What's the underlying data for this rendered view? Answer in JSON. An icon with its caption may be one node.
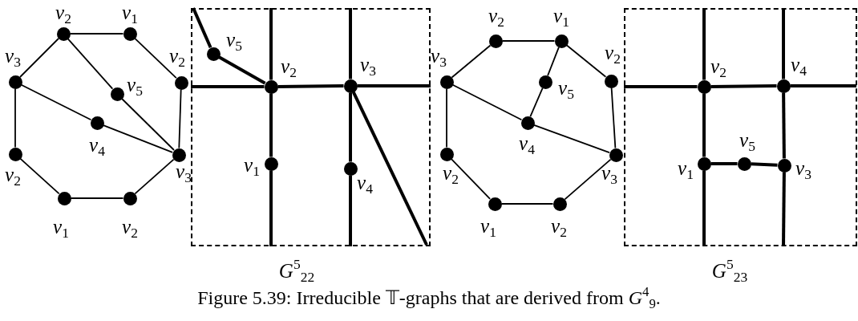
{
  "diagram": {
    "caption": "Figure 5.39: Irreducible 𝕋-graphs that are derived from *G*$^{4}$$_{9}$.",
    "nodes": [
      {
        "text": [],
        "shape": "circle",
        "beside": [
          "*v*$_{2}$"
        ]
      },
      {
        "text": [],
        "shape": "circle",
        "beside": [
          "*v*$_{1}$"
        ]
      },
      {
        "text": [],
        "shape": "circle",
        "beside": [
          "*v*$_{3}$"
        ]
      },
      {
        "text": [],
        "shape": "circle",
        "beside": [
          "*v*$_{2}$"
        ]
      },
      {
        "text": [],
        "shape": "circle",
        "beside": [
          "*v*$_{5}$"
        ]
      },
      {
        "text": [],
        "shape": "circle",
        "beside": [
          "*v*$_{4}$"
        ]
      },
      {
        "text": [],
        "shape": "circle",
        "beside": [
          "*v*$_{2}$"
        ]
      },
      {
        "text": [],
        "shape": "circle",
        "beside": [
          "*v*$_{3}$"
        ]
      },
      {
        "text": [],
        "shape": "circle",
        "beside": [
          "*v*$_{1}$"
        ]
      },
      {
        "text": [],
        "shape": "circle",
        "beside": [
          "*v*$_{2}$"
        ]
      },
      {
        "text": [
          "*G*$^{5}$$_{22}$"
        ]
      },
      {
        "text": [],
        "shape": "circle",
        "beside": [
          "*v*$_{5}$"
        ],
        "in": 10
      },
      {
        "text": [],
        "shape": "circle",
        "beside": [
          "*v*$_{2}$"
        ],
        "in": 10
      },
      {
        "text": [],
        "shape": "circle",
        "beside": [
          "*v*$_{3}$"
        ],
        "in": 10
      },
      {
        "text": [],
        "shape": "circle",
        "beside": [
          "*v*$_{1}$"
        ],
        "in": 10
      },
      {
        "text": [],
        "shape": "circle",
        "beside": [
          "*v*$_{4}$"
        ],
        "in": 10
      },
      {
        "text": [],
        "shape": "circle",
        "beside": [
          "*v*$_{2}$"
        ]
      },
      {
        "text": [],
        "shape": "circle",
        "beside": [
          "*v*$_{1}$"
        ]
      },
      {
        "text": [],
        "shape": "circle",
        "beside": [
          "*v*$_{3}$"
        ]
      },
      {
        "text": [],
        "shape": "circle",
        "beside": [
          "*v*$_{2}$"
        ]
      },
      {
        "text": [],
        "shape": "circle",
        "beside": [
          "*v*$_{5}$"
        ]
      },
      {
        "text": [],
        "shape": "circle",
        "beside": [
          "*v*$_{4}$"
        ]
      },
      {
        "text": [],
        "shape": "circle",
        "beside": [
          "*v*$_{2}$"
        ]
      },
      {
        "text": [],
        "shape": "circle",
        "beside": [
          "*v*$_{3}$"
        ]
      },
      {
        "text": [],
        "shape": "circle",
        "beside": [
          "*v*$_{1}$"
        ]
      },
      {
        "text": [],
        "shape": "circle",
        "beside": [
          "*v*$_{2}$"
        ]
      },
      {
        "text": [
          "*G*$^{5}$$_{23}$"
        ]
      },
      {
        "text": [],
        "shape": "circle",
        "beside": [
          "*v*$_{2}$"
        ],
        "in": 26
      },
      {
        "text": [],
        "shape": "circle",
        "beside": [
          "*v*$_{4}$"
        ],
        "in": 26
      },
      {
        "text": [],
        "shape": "circle",
        "beside": [
          "*v*$_{1}$"
        ],
        "in": 26
      },
      {
        "text": [],
        "shape": "circle",
        "beside": [
          "*v*$_{5}$"
        ],
        "in": 26
      },
      {
        "text": [],
        "shape": "circle",
        "beside": [
          "*v*$_{3}$"
        ],
        "in": 26
      }
    ],
    "edges": [
      {
        "from": 0,
        "to": 1,
        "arrow": "none"
      },
      {
        "from": 1,
        "to": 3,
        "arrow": "none"
      },
      {
        "from": 3,
        "to": 7,
        "arrow": "none"
      },
      {
        "from": 7,
        "to": 9,
        "arrow": "none"
      },
      {
        "from": 9,
        "to": 8,
        "arrow": "none"
      },
      {
        "from": 8,
        "to": 6,
        "arrow": "none"
      },
      {
        "from": 6,
        "to": 2,
        "arrow": "none"
      },
      {
        "from": 2,
        "to": 0,
        "arrow": "none"
      },
      {
        "from": 0,
        "to": 4,
        "arrow": "none"
      },
      {
        "from": 4,
        "to": 7,
        "arrow": "none"
      },
      {
        "from": 2,
        "to": 5,
        "arrow": "none"
      },
      {
        "from": 5,
        "to": 7,
        "arrow": "none"
      },
      {
        "from": 11,
        "to": null,
        "arrow": "none",
        "style": "thick"
      },
      {
        "from": 11,
        "to": 12,
        "arrow": "none",
        "style": "thick"
      },
      {
        "from": 12,
        "to": null,
        "arrow": "none",
        "style": "thick"
      },
      {
        "from": 12,
        "to": 13,
        "arrow": "none",
        "style": "thick"
      },
      {
        "from": 13,
        "to": null,
        "arrow": "none",
        "style": "thick"
      },
      {
        "from": 12,
        "to": null,
        "arrow": "none",
        "style": "thick"
      },
      {
        "from": 12,
        "to": 14,
        "arrow": "none",
        "style": "thick"
      },
      {
        "from": 14,
        "to": null,
        "arrow": "none",
        "style": "thick"
      },
      {
        "from": 13,
        "to": null,
        "arrow": "none",
        "style": "thick"
      },
      {
        "from": 13,
        "to": 15,
        "arrow": "none",
        "style": "thick"
      },
      {
        "from": 15,
        "to": null,
        "arrow": "none",
        "style": "thick"
      },
      {
        "from": 13,
        "to": null,
        "arrow": "none",
        "style": "thick"
      },
      {
        "from": 16,
        "to": 17,
        "arrow": "none"
      },
      {
        "from": 17,
        "to": 19,
        "arrow": "none"
      },
      {
        "from": 19,
        "to": 23,
        "arrow": "none"
      },
      {
        "from": 23,
        "to": 25,
        "arrow": "none"
      },
      {
        "from": 25,
        "to": 24,
        "arrow": "none"
      },
      {
        "from": 24,
        "to": 22,
        "arrow": "none"
      },
      {
        "from": 22,
        "to": 18,
        "arrow": "none"
      },
      {
        "from": 18,
        "to": 16,
        "arrow": "none"
      },
      {
        "from": 17,
        "to": 20,
        "arrow": "none"
      },
      {
        "from": 20,
        "to": 21,
        "arrow": "none"
      },
      {
        "from": 18,
        "to": 21,
        "arrow": "none"
      },
      {
        "from": 21,
        "to": 23,
        "arrow": "none"
      },
      {
        "from": 27,
        "to": null,
        "arrow": "none",
        "style": "thick"
      },
      {
        "from": 27,
        "to": null,
        "arrow": "none",
        "style": "thick"
      },
      {
        "from": 27,
        "to": 28,
        "arrow": "none",
        "style": "thick"
      },
      {
        "from": 28,
        "to": null,
        "arrow": "none",
        "style": "thick"
      },
      {
        "from": 28,
        "to": null,
        "arrow": "none",
        "style": "thick"
      },
      {
        "from": 27,
        "to": 29,
        "arrow": "none",
        "style": "thick"
      },
      {
        "from": 29,
        "to": null,
        "arrow": "none",
        "style": "thick"
      },
      {
        "from": 28,
        "to": 31,
        "arrow": "none",
        "style": "thick"
      },
      {
        "from": 31,
        "to": null,
        "arrow": "none",
        "style": "thick"
      },
      {
        "from": 29,
        "to": 30,
        "arrow": "none",
        "style": "thick"
      },
      {
        "from": 30,
        "to": 31,
        "arrow": "none",
        "style": "thick"
      }
    ]
  }
}
